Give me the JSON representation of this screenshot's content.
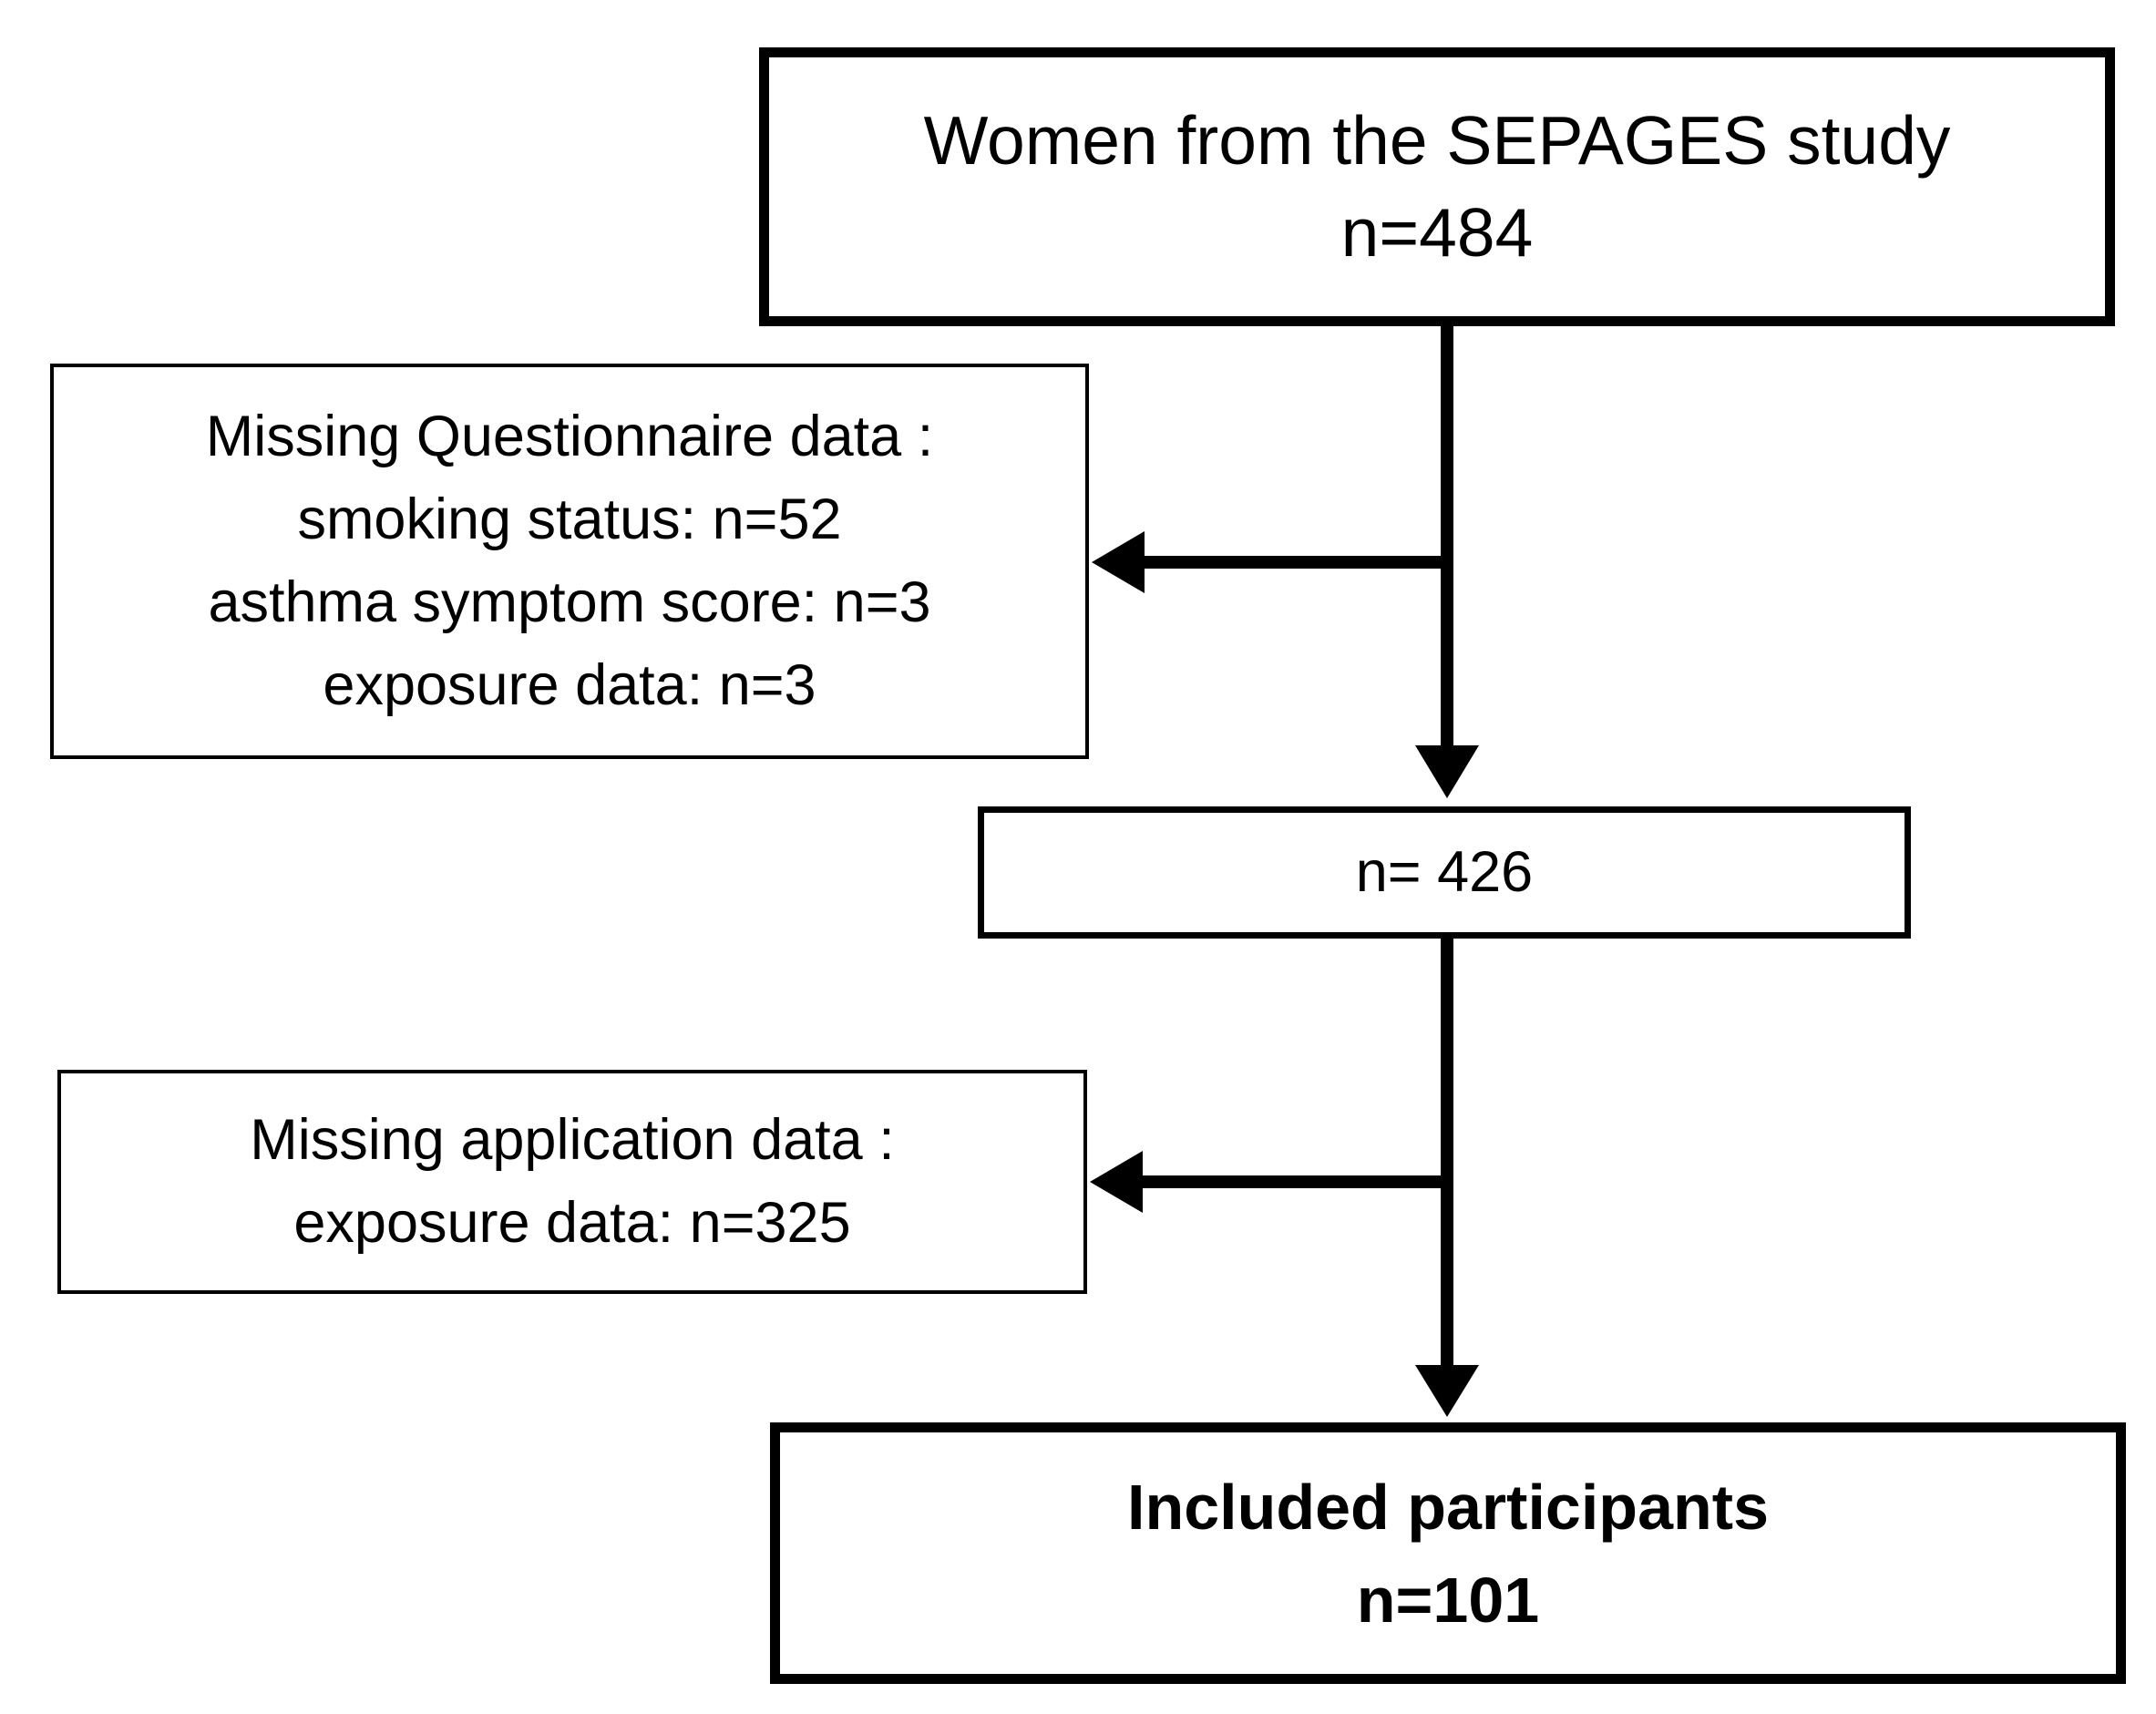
{
  "diagram": {
    "study_box": {
      "lines": [
        "Women from the SEPAGES study",
        "n=484"
      ]
    },
    "questionnaire_exclusion_box": {
      "lines": [
        "Missing Questionnaire data :",
        "smoking status: n=52",
        "asthma symptom score: n=3",
        "exposure data: n=3"
      ]
    },
    "intermediate_box": {
      "lines": [
        "n= 426"
      ]
    },
    "application_exclusion_box": {
      "lines": [
        "Missing application data :",
        "exposure data: n=325"
      ]
    },
    "included_box": {
      "lines": [
        "Included participants",
        "n=101"
      ]
    },
    "edges": [
      {
        "from": "study_box",
        "to": "intermediate_box"
      },
      {
        "from": "study_box",
        "to": "questionnaire_exclusion_box"
      },
      {
        "from": "intermediate_box",
        "to": "included_box"
      },
      {
        "from": "intermediate_box",
        "to": "application_exclusion_box"
      }
    ]
  }
}
